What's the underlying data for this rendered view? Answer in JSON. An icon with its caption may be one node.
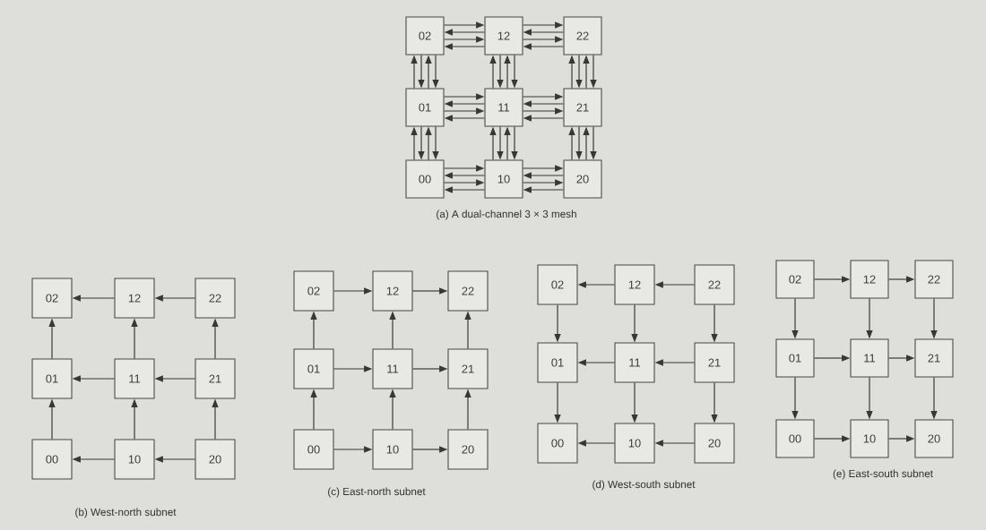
{
  "diagram": {
    "nodes": [
      {
        "text": [
          "02"
        ]
      },
      {
        "text": [
          "12"
        ]
      },
      {
        "text": [
          "22"
        ]
      },
      {
        "text": [
          "01"
        ]
      },
      {
        "text": [
          "11"
        ]
      },
      {
        "text": [
          "21"
        ]
      },
      {
        "text": [
          "00"
        ]
      },
      {
        "text": [
          "10"
        ]
      },
      {
        "text": [
          "20"
        ]
      },
      {
        "text": [
          "02"
        ]
      },
      {
        "text": [
          "12"
        ]
      },
      {
        "text": [
          "22"
        ]
      },
      {
        "text": [
          "01"
        ]
      },
      {
        "text": [
          "11"
        ]
      },
      {
        "text": [
          "21"
        ]
      },
      {
        "text": [
          "00"
        ]
      },
      {
        "text": [
          "10"
        ]
      },
      {
        "text": [
          "20"
        ]
      },
      {
        "text": [
          "02"
        ]
      },
      {
        "text": [
          "12"
        ]
      },
      {
        "text": [
          "22"
        ]
      },
      {
        "text": [
          "01"
        ]
      },
      {
        "text": [
          "11"
        ]
      },
      {
        "text": [
          "21"
        ]
      },
      {
        "text": [
          "00"
        ]
      },
      {
        "text": [
          "10"
        ]
      },
      {
        "text": [
          "20"
        ]
      },
      {
        "text": [
          "02"
        ]
      },
      {
        "text": [
          "12"
        ]
      },
      {
        "text": [
          "22"
        ]
      },
      {
        "text": [
          "01"
        ]
      },
      {
        "text": [
          "11"
        ]
      },
      {
        "text": [
          "21"
        ]
      },
      {
        "text": [
          "00"
        ]
      },
      {
        "text": [
          "10"
        ]
      },
      {
        "text": [
          "20"
        ]
      },
      {
        "text": [
          "02"
        ]
      },
      {
        "text": [
          "12"
        ]
      },
      {
        "text": [
          "22"
        ]
      },
      {
        "text": [
          "01"
        ]
      },
      {
        "text": [
          "11"
        ]
      },
      {
        "text": [
          "21"
        ]
      },
      {
        "text": [
          "00"
        ]
      },
      {
        "text": [
          "10"
        ]
      },
      {
        "text": [
          "20"
        ]
      }
    ],
    "edges": [
      {
        "from": 0,
        "to": 1,
        "arrow": "to"
      },
      {
        "from": 1,
        "to": 0,
        "arrow": "to"
      },
      {
        "from": 0,
        "to": 1,
        "arrow": "to"
      },
      {
        "from": 1,
        "to": 0,
        "arrow": "to"
      },
      {
        "from": 1,
        "to": 2,
        "arrow": "to"
      },
      {
        "from": 2,
        "to": 1,
        "arrow": "to"
      },
      {
        "from": 1,
        "to": 2,
        "arrow": "to"
      },
      {
        "from": 2,
        "to": 1,
        "arrow": "to"
      },
      {
        "from": 3,
        "to": 4,
        "arrow": "to"
      },
      {
        "from": 4,
        "to": 3,
        "arrow": "to"
      },
      {
        "from": 3,
        "to": 4,
        "arrow": "to"
      },
      {
        "from": 4,
        "to": 3,
        "arrow": "to"
      },
      {
        "from": 4,
        "to": 5,
        "arrow": "to"
      },
      {
        "from": 5,
        "to": 4,
        "arrow": "to"
      },
      {
        "from": 4,
        "to": 5,
        "arrow": "to"
      },
      {
        "from": 5,
        "to": 4,
        "arrow": "to"
      },
      {
        "from": 6,
        "to": 7,
        "arrow": "to"
      },
      {
        "from": 7,
        "to": 6,
        "arrow": "to"
      },
      {
        "from": 6,
        "to": 7,
        "arrow": "to"
      },
      {
        "from": 7,
        "to": 6,
        "arrow": "to"
      },
      {
        "from": 7,
        "to": 8,
        "arrow": "to"
      },
      {
        "from": 8,
        "to": 7,
        "arrow": "to"
      },
      {
        "from": 7,
        "to": 8,
        "arrow": "to"
      },
      {
        "from": 8,
        "to": 7,
        "arrow": "to"
      },
      {
        "from": 3,
        "to": 0,
        "arrow": "to"
      },
      {
        "from": 0,
        "to": 3,
        "arrow": "to"
      },
      {
        "from": 3,
        "to": 0,
        "arrow": "to"
      },
      {
        "from": 0,
        "to": 3,
        "arrow": "to"
      },
      {
        "from": 4,
        "to": 1,
        "arrow": "to"
      },
      {
        "from": 1,
        "to": 4,
        "arrow": "to"
      },
      {
        "from": 4,
        "to": 1,
        "arrow": "to"
      },
      {
        "from": 1,
        "to": 4,
        "arrow": "to"
      },
      {
        "from": 5,
        "to": 2,
        "arrow": "to"
      },
      {
        "from": 2,
        "to": 5,
        "arrow": "to"
      },
      {
        "from": 5,
        "to": 2,
        "arrow": "to"
      },
      {
        "from": 2,
        "to": 5,
        "arrow": "to"
      },
      {
        "from": 6,
        "to": 3,
        "arrow": "to"
      },
      {
        "from": 3,
        "to": 6,
        "arrow": "to"
      },
      {
        "from": 6,
        "to": 3,
        "arrow": "to"
      },
      {
        "from": 3,
        "to": 6,
        "arrow": "to"
      },
      {
        "from": 7,
        "to": 4,
        "arrow": "to"
      },
      {
        "from": 4,
        "to": 7,
        "arrow": "to"
      },
      {
        "from": 7,
        "to": 4,
        "arrow": "to"
      },
      {
        "from": 4,
        "to": 7,
        "arrow": "to"
      },
      {
        "from": 8,
        "to": 5,
        "arrow": "to"
      },
      {
        "from": 5,
        "to": 8,
        "arrow": "to"
      },
      {
        "from": 8,
        "to": 5,
        "arrow": "to"
      },
      {
        "from": 5,
        "to": 8,
        "arrow": "to"
      },
      {
        "from": 10,
        "to": 9,
        "arrow": "to"
      },
      {
        "from": 11,
        "to": 10,
        "arrow": "to"
      },
      {
        "from": 13,
        "to": 12,
        "arrow": "to"
      },
      {
        "from": 14,
        "to": 13,
        "arrow": "to"
      },
      {
        "from": 16,
        "to": 15,
        "arrow": "to"
      },
      {
        "from": 17,
        "to": 16,
        "arrow": "to"
      },
      {
        "from": 12,
        "to": 9,
        "arrow": "to"
      },
      {
        "from": 13,
        "to": 10,
        "arrow": "to"
      },
      {
        "from": 14,
        "to": 11,
        "arrow": "to"
      },
      {
        "from": 15,
        "to": 12,
        "arrow": "to"
      },
      {
        "from": 16,
        "to": 13,
        "arrow": "to"
      },
      {
        "from": 17,
        "to": 14,
        "arrow": "to"
      },
      {
        "from": 18,
        "to": 19,
        "arrow": "to"
      },
      {
        "from": 19,
        "to": 20,
        "arrow": "to"
      },
      {
        "from": 21,
        "to": 22,
        "arrow": "to"
      },
      {
        "from": 22,
        "to": 23,
        "arrow": "to"
      },
      {
        "from": 24,
        "to": 25,
        "arrow": "to"
      },
      {
        "from": 25,
        "to": 26,
        "arrow": "to"
      },
      {
        "from": 21,
        "to": 18,
        "arrow": "to"
      },
      {
        "from": 22,
        "to": 19,
        "arrow": "to"
      },
      {
        "from": 23,
        "to": 20,
        "arrow": "to"
      },
      {
        "from": 24,
        "to": 21,
        "arrow": "to"
      },
      {
        "from": 25,
        "to": 22,
        "arrow": "to"
      },
      {
        "from": 26,
        "to": 23,
        "arrow": "to"
      },
      {
        "from": 28,
        "to": 27,
        "arrow": "to"
      },
      {
        "from": 29,
        "to": 28,
        "arrow": "to"
      },
      {
        "from": 31,
        "to": 30,
        "arrow": "to"
      },
      {
        "from": 32,
        "to": 31,
        "arrow": "to"
      },
      {
        "from": 34,
        "to": 33,
        "arrow": "to"
      },
      {
        "from": 35,
        "to": 34,
        "arrow": "to"
      },
      {
        "from": 27,
        "to": 30,
        "arrow": "to"
      },
      {
        "from": 28,
        "to": 31,
        "arrow": "to"
      },
      {
        "from": 29,
        "to": 32,
        "arrow": "to"
      },
      {
        "from": 30,
        "to": 33,
        "arrow": "to"
      },
      {
        "from": 31,
        "to": 34,
        "arrow": "to"
      },
      {
        "from": 32,
        "to": 35,
        "arrow": "to"
      },
      {
        "from": 36,
        "to": 37,
        "arrow": "to"
      },
      {
        "from": 37,
        "to": 38,
        "arrow": "to"
      },
      {
        "from": 39,
        "to": 40,
        "arrow": "to"
      },
      {
        "from": 40,
        "to": 41,
        "arrow": "to"
      },
      {
        "from": 42,
        "to": 43,
        "arrow": "to"
      },
      {
        "from": 43,
        "to": 44,
        "arrow": "to"
      },
      {
        "from": 36,
        "to": 39,
        "arrow": "to"
      },
      {
        "from": 37,
        "to": 40,
        "arrow": "to"
      },
      {
        "from": 38,
        "to": 41,
        "arrow": "to"
      },
      {
        "from": 39,
        "to": 42,
        "arrow": "to"
      },
      {
        "from": 40,
        "to": 43,
        "arrow": "to"
      },
      {
        "from": 41,
        "to": 44,
        "arrow": "to"
      }
    ],
    "labels": [
      "(a) A dual-channel 3 × 3 mesh",
      "(b) West-north subnet",
      "(c) East-north subnet",
      "(d) West-south subnet",
      "(e) East-south subnet"
    ]
  }
}
